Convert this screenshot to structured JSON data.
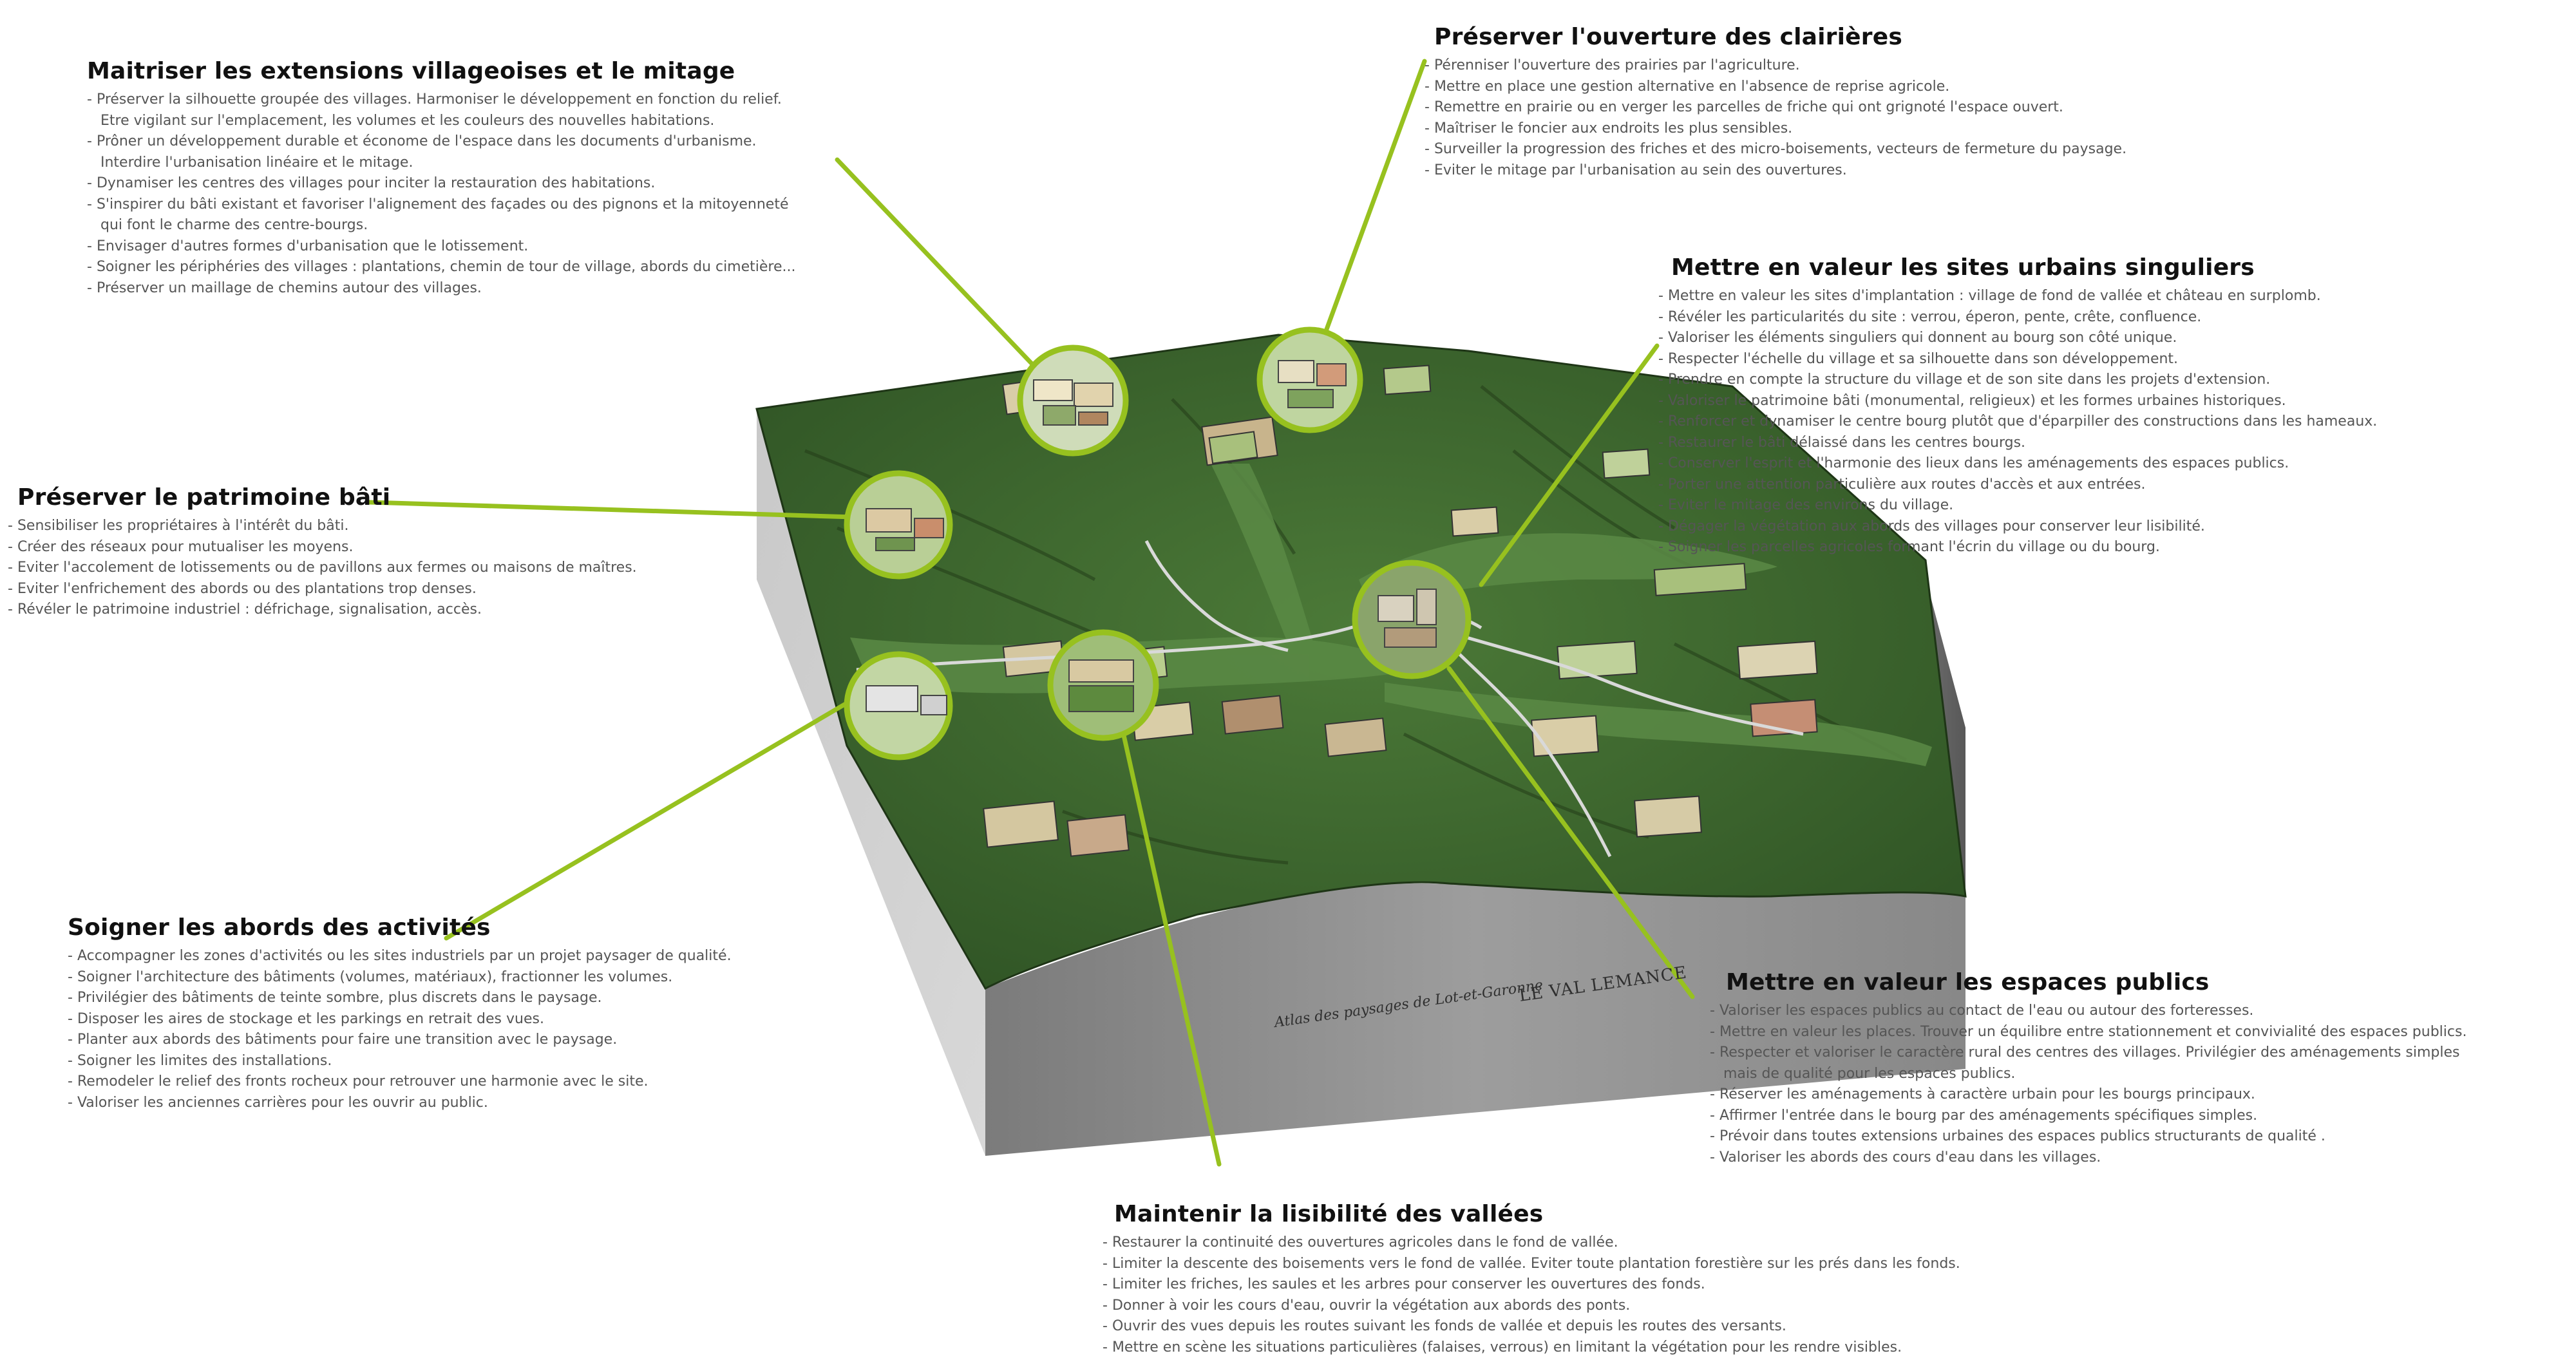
{
  "colors": {
    "accent": "#97c11f",
    "terrain": "#3f6a30",
    "terrain_dark": "#24401c",
    "cliff": "#8e8e8e"
  },
  "atlas_label": "Atlas des paysages de Lot-et-Garonne",
  "region_label": "LE VAL LEMANCE",
  "blocks": [
    {
      "id": "extensions",
      "title": "Maitriser les extensions villageoises et le mitage",
      "items": [
        "Préserver la silhouette groupée des villages. Harmoniser le développement en fonction du relief.",
        {
          "cont": "Etre vigilant sur l'emplacement, les volumes et les couleurs des nouvelles habitations."
        },
        "Prôner un développement durable et économe de l'espace dans les documents d'urbanisme.",
        {
          "cont": "Interdire l'urbanisation linéaire et le mitage."
        },
        "Dynamiser les centres des villages pour inciter la restauration des habitations.",
        "S'inspirer du bâti existant et favoriser l'alignement des façades ou des pignons et la mitoyenneté",
        {
          "cont": "qui font le charme des centre-bourgs."
        },
        "Envisager d'autres formes d'urbanisation que le lotissement.",
        "Soigner les périphéries des villages : plantations, chemin de tour de village, abords du cimetière...",
        "Préserver un maillage de chemins autour des villages."
      ]
    },
    {
      "id": "clairieres",
      "title": "Préserver l'ouverture des clairières",
      "items": [
        "Pérenniser l'ouverture des prairies par l'agriculture.",
        "Mettre en place une gestion alternative en l'absence de reprise agricole.",
        "Remettre en prairie ou en verger les parcelles de friche qui ont grignoté l'espace ouvert.",
        "Maîtriser le foncier aux endroits les plus sensibles.",
        "Surveiller la progression des friches et des micro-boisements, vecteurs de fermeture du paysage.",
        "Eviter le mitage par l'urbanisation au sein des ouvertures."
      ]
    },
    {
      "id": "sites",
      "title": "Mettre en valeur les sites urbains singuliers",
      "items": [
        "Mettre en valeur les sites d'implantation : village de fond de vallée et château en surplomb.",
        "Révéler les particularités du site : verrou, éperon, pente, crête, confluence.",
        "Valoriser les éléments singuliers qui donnent au bourg son côté unique.",
        "Respecter l'échelle du village et sa silhouette dans son développement.",
        "Prendre en compte la structure du village et de son site dans les projets d'extension.",
        "Valoriser le patrimoine bâti (monumental, religieux) et les formes urbaines historiques.",
        "Renforcer et dynamiser le centre bourg plutôt que d'éparpiller des constructions dans les hameaux.",
        "Restaurer le bâti délaissé dans les centres bourgs.",
        "Conserver l'esprit et l'harmonie des lieux dans les aménagements des espaces publics.",
        "Porter une attention particulière aux routes d'accès et aux entrées.",
        "Eviter le mitage des environs du village.",
        "Dégager la végétation aux abords des villages pour conserver leur lisibilité.",
        "Soigner les parcelles agricoles formant l'écrin du village ou du bourg."
      ]
    },
    {
      "id": "patrimoine",
      "title": "Préserver le patrimoine bâti",
      "items": [
        "Sensibiliser les propriétaires à l'intérêt du bâti.",
        "Créer des réseaux pour mutualiser les moyens.",
        "Eviter l'accolement de lotissements ou de pavillons aux fermes ou maisons de maîtres.",
        "Eviter l'enfrichement des abords ou des plantations trop denses.",
        "Révéler le patrimoine industriel : défrichage, signalisation, accès."
      ]
    },
    {
      "id": "activites",
      "title": "Soigner les abords des activités",
      "items": [
        "Accompagner les zones d'activités ou les sites industriels par un projet paysager de qualité.",
        "Soigner l'architecture des bâtiments (volumes, matériaux), fractionner les volumes.",
        "Privilégier des bâtiments de teinte sombre, plus discrets dans le paysage.",
        "Disposer les aires de stockage et les parkings en retrait des vues.",
        "Planter aux abords des bâtiments pour faire une transition avec le paysage.",
        "Soigner les limites des installations.",
        "Remodeler le relief des fronts rocheux pour retrouver une harmonie avec le site.",
        "Valoriser les anciennes carrières pour les ouvrir au public."
      ]
    },
    {
      "id": "publics",
      "title": "Mettre en valeur les espaces publics",
      "items": [
        "Valoriser les espaces publics au contact de l'eau ou autour des forteresses.",
        "Mettre en valeur les places. Trouver un équilibre entre stationnement et convivialité des espaces publics.",
        "Respecter et valoriser le caractère rural des centres des villages. Privilégier des aménagements simples",
        {
          "cont": "mais de qualité pour les espaces publics."
        },
        "Réserver les aménagements à caractère urbain pour les bourgs principaux.",
        "Affirmer l'entrée dans le bourg par des aménagements spécifiques simples.",
        "Prévoir dans toutes extensions urbaines des espaces publics structurants de qualité .",
        "Valoriser les abords des cours d'eau dans les villages."
      ]
    },
    {
      "id": "vallees",
      "title": "Maintenir la lisibilité des vallées",
      "items": [
        "Restaurer la continuité des ouvertures agricoles dans le fond de vallée.",
        "Limiter la descente des boisements vers le fond de vallée. Eviter toute plantation forestière sur les prés dans les fonds.",
        "Limiter les friches, les saules et les arbres pour conserver les ouvertures des fonds.",
        "Donner à voir les cours d'eau, ouvrir la végétation aux abords des ponts.",
        "Ouvrir des vues depuis les routes suivant les fonds de vallée et depuis les routes des versants.",
        "Mettre en scène les situations particulières (falaises, verrous) en limitant la végétation pour les rendre visibles."
      ]
    }
  ]
}
